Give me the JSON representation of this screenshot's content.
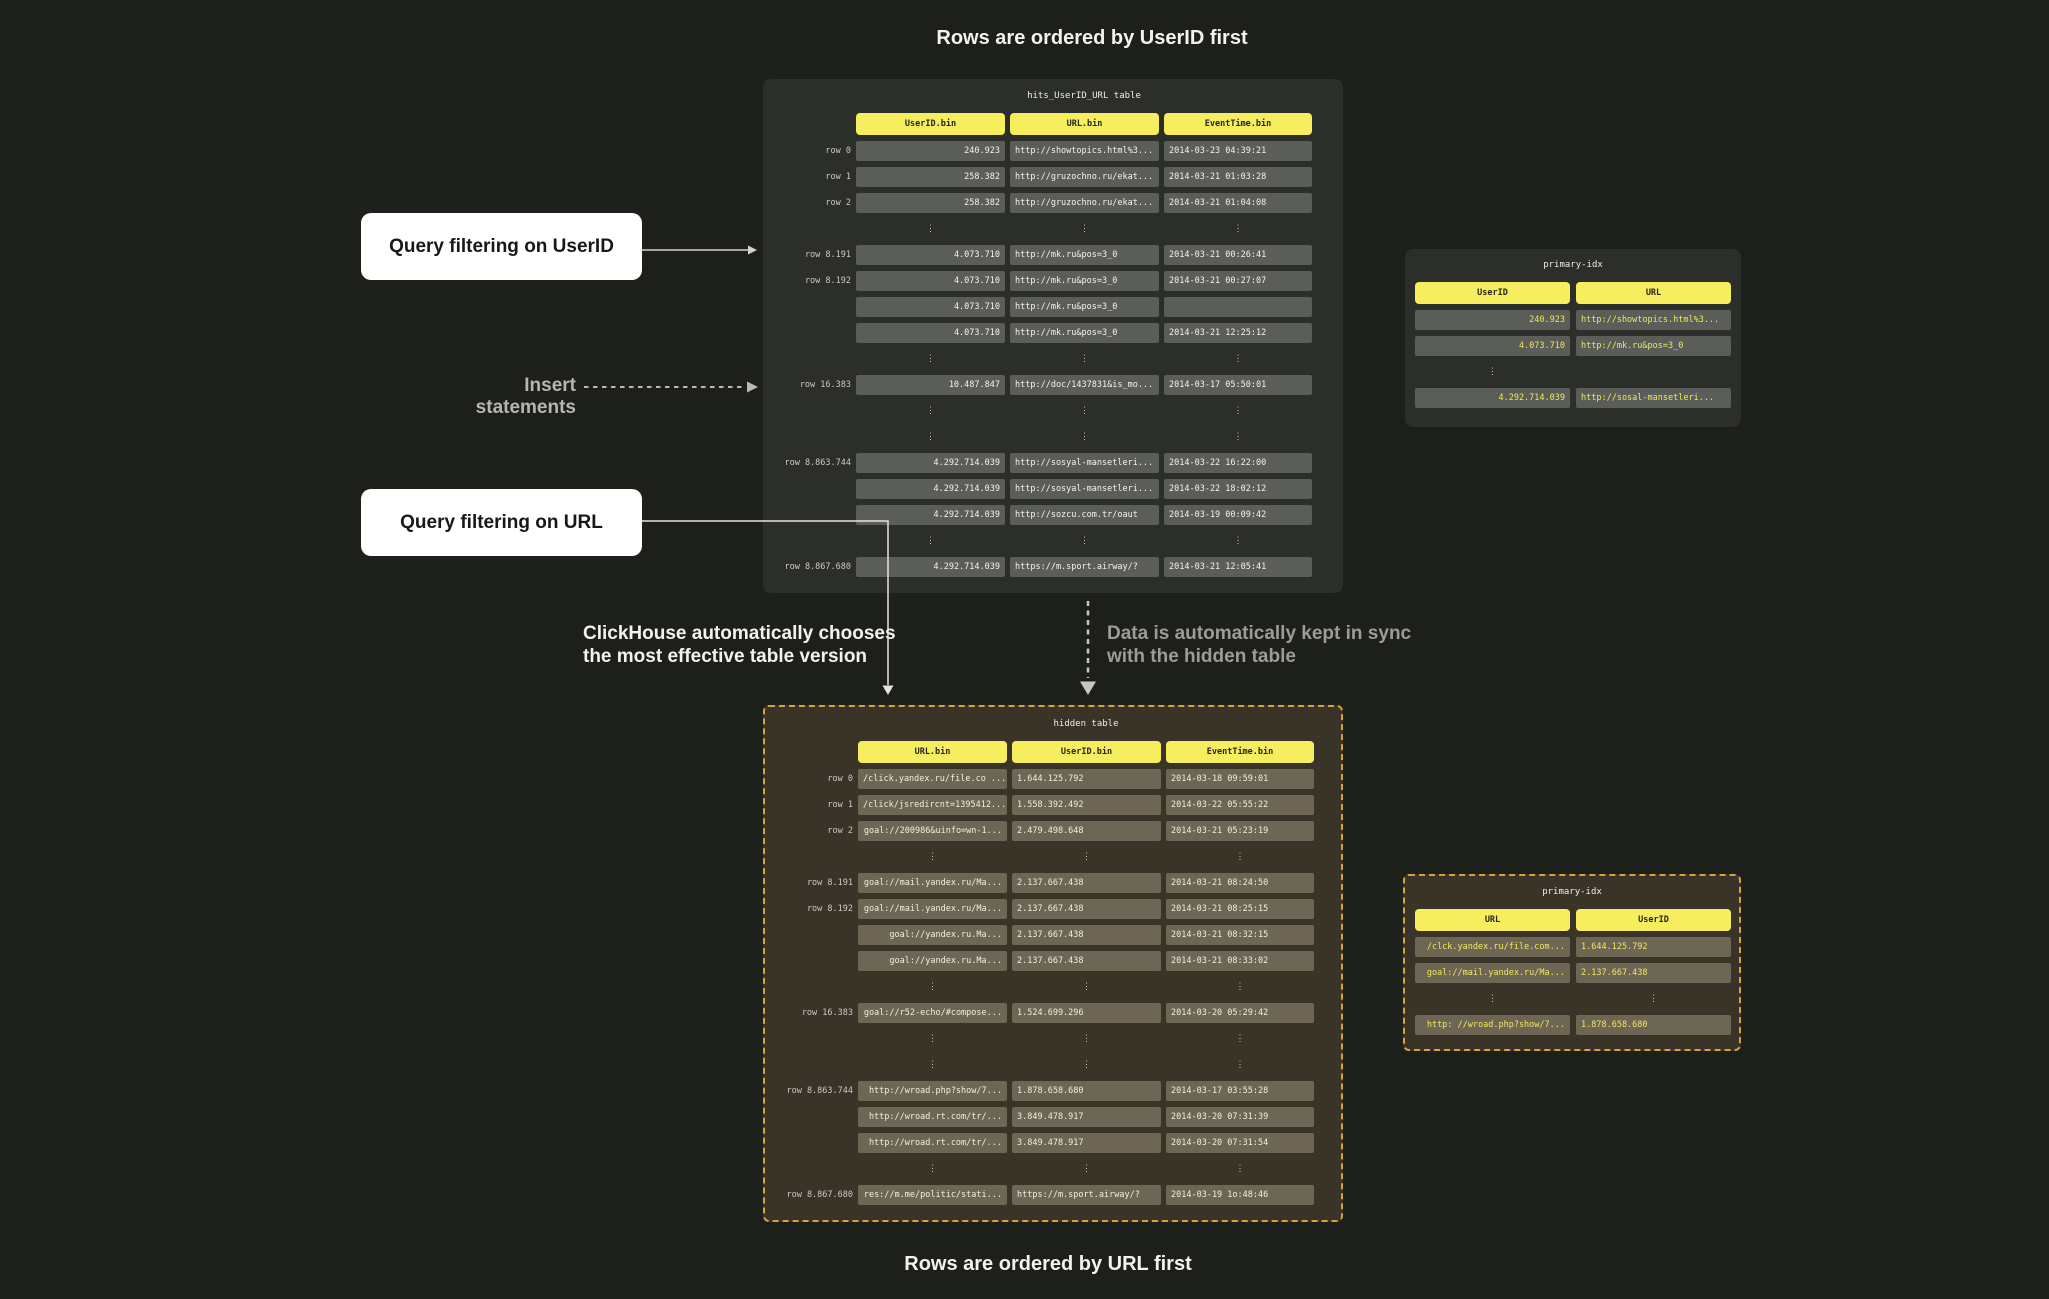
{
  "titles": {
    "top": "Rows are ordered by UserID first",
    "bottom": "Rows are ordered by URL first"
  },
  "labels": {
    "query_userid": "Query filtering on UserID",
    "insert_statements": "Insert statements",
    "query_url": "Query filtering on URL",
    "auto_choose_line1": "ClickHouse automatically chooses",
    "auto_choose_line2": "the most effective table version",
    "sync_line1": "Data is automatically kept in sync",
    "sync_line2": "with the hidden table"
  },
  "main_table": {
    "title": "hits_UserID_URL table",
    "headers": [
      "UserID.bin",
      "URL.bin",
      "EventTime.bin"
    ],
    "rows": [
      {
        "label": "row 0",
        "cells": [
          "240.923",
          "http://showtopics.html%3...",
          "2014-03-23 04:39:21"
        ]
      },
      {
        "label": "row 1",
        "cells": [
          "258.382",
          "http://gruzochno.ru/ekat...",
          "2014-03-21 01:03:28"
        ]
      },
      {
        "label": "row 2",
        "cells": [
          "258.382",
          "http://gruzochno.ru/ekat...",
          "2014-03-21 01:04:08"
        ]
      },
      {
        "dots": true
      },
      {
        "label": "row 8.191",
        "cells": [
          "4.073.710",
          "http://mk.ru&pos=3_0",
          "2014-03-21 00:26:41"
        ]
      },
      {
        "label": "row 8.192",
        "cells": [
          "4.073.710",
          "http://mk.ru&pos=3_0",
          "2014-03-21 00:27:07"
        ]
      },
      {
        "label": "",
        "cells": [
          "4.073.710",
          "http://mk.ru&pos=3_0",
          ""
        ]
      },
      {
        "label": "",
        "cells": [
          "4.073.710",
          "http://mk.ru&pos=3_0",
          "2014-03-21 12:25:12"
        ]
      },
      {
        "dots": true
      },
      {
        "label": "row 16.383",
        "cells": [
          "10.487.847",
          "http://doc/1437831&is_mo...",
          "2014-03-17 05:50:01"
        ]
      },
      {
        "dots": true
      },
      {
        "dots": true
      },
      {
        "label": "row 8.863.744",
        "cells": [
          "4.292.714.039",
          "http://sosyal-mansetleri...",
          "2014-03-22 16:22:00"
        ]
      },
      {
        "label": "",
        "cells": [
          "4.292.714.039",
          "http://sosyal-mansetleri...",
          "2014-03-22 18:02:12"
        ]
      },
      {
        "label": "",
        "cells": [
          "4.292.714.039",
          "http://sozcu.com.tr/oaut",
          "2014-03-19 00:09:42"
        ]
      },
      {
        "dots": true
      },
      {
        "label": "row 8.867.680",
        "cells": [
          "4.292.714.039",
          "https://m.sport.airway/?",
          "2014-03-21 12:05:41"
        ]
      }
    ]
  },
  "hidden_table": {
    "title": "hidden table",
    "headers": [
      "URL.bin",
      "UserID.bin",
      "EventTime.bin"
    ],
    "rows": [
      {
        "label": "row 0",
        "cells": [
          "/click.yandex.ru/file.co ...",
          "1.644.125.792",
          "2014-03-18 09:59:01"
        ]
      },
      {
        "label": "row 1",
        "cells": [
          "/click/jsredircnt=1395412...",
          "1.558.392.492",
          "2014-03-22 05:55:22"
        ]
      },
      {
        "label": "row 2",
        "cells": [
          "goal://200986&uinfo=wn-1...",
          "2.479.498.648",
          "2014-03-21 05:23:19"
        ]
      },
      {
        "dots": true
      },
      {
        "label": "row 8.191",
        "cells": [
          "goal://mail.yandex.ru/Ma...",
          "2.137.667.438",
          "2014-03-21 08:24:50"
        ]
      },
      {
        "label": "row 8.192",
        "cells": [
          "goal://mail.yandex.ru/Ma...",
          "2.137.667.438",
          "2014-03-21 08:25:15"
        ]
      },
      {
        "label": "",
        "cells": [
          "goal://yandex.ru.Ma...",
          "2.137.667.438",
          "2014-03-21 08:32:15"
        ]
      },
      {
        "label": "",
        "cells": [
          "goal://yandex.ru.Ma...",
          "2.137.667.438",
          "2014-03-21 08:33:02"
        ]
      },
      {
        "dots": true
      },
      {
        "label": "row 16.383",
        "cells": [
          "goal://r52-echo/#compose...",
          "1.524.699.296",
          "2014-03-20 05:29:42"
        ]
      },
      {
        "dots": true
      },
      {
        "dots": true
      },
      {
        "label": "row 8.863.744",
        "cells": [
          "http://wroad.php?show/7...",
          "1.878.658.680",
          "2014-03-17 03:55:28"
        ]
      },
      {
        "label": "",
        "cells": [
          "http://wroad.rt.com/tr/...",
          "3.849.478.917",
          "2014-03-20 07:31:39"
        ]
      },
      {
        "label": "",
        "cells": [
          "http://wroad.rt.com/tr/...",
          "3.849.478.917",
          "2014-03-20 07:31:54"
        ]
      },
      {
        "dots": true
      },
      {
        "label": "row 8.867.680",
        "cells": [
          "res://m.me/politic/stati...",
          "https://m.sport.airway/?",
          "2014-03-19 1o:48:46"
        ]
      }
    ]
  },
  "primary_idx_1": {
    "title": "primary-idx",
    "headers": [
      "UserID",
      "URL"
    ],
    "rows": [
      {
        "cells": [
          "240.923",
          "http://showtopics.html%3..."
        ]
      },
      {
        "cells": [
          "4.073.710",
          "http://mk.ru&pos=3_0"
        ]
      },
      {
        "dots": true,
        "cols": [
          0
        ]
      },
      {
        "cells": [
          "4.292.714.039",
          "http://sosal-mansetleri..."
        ]
      }
    ]
  },
  "primary_idx_2": {
    "title": "primary-idx",
    "headers": [
      "URL",
      "UserID"
    ],
    "rows": [
      {
        "cells": [
          "/clck.yandex.ru/file.com...",
          "1.644.125.792"
        ]
      },
      {
        "cells": [
          "goal://mail.yandex.ru/Ma...",
          "2.137.667.438"
        ]
      },
      {
        "dots": true,
        "cols": [
          0,
          1
        ]
      },
      {
        "cells": [
          "http: //wroad.php?show/7...",
          "1.878.658.680"
        ]
      }
    ]
  },
  "colors": {
    "background": "#1d1f1b",
    "panel_dark": "#2c2e2a",
    "panel_hidden": "#3a3428",
    "cell_dark": "#5b5d58",
    "cell_hidden": "#6d6655",
    "header_yellow": "#f6ee5e",
    "index_value_yellow": "#f0e85c",
    "dashed_border": "#d7a43c",
    "white_text": "#f2f2f0",
    "gray_text": "#9b9c99"
  }
}
